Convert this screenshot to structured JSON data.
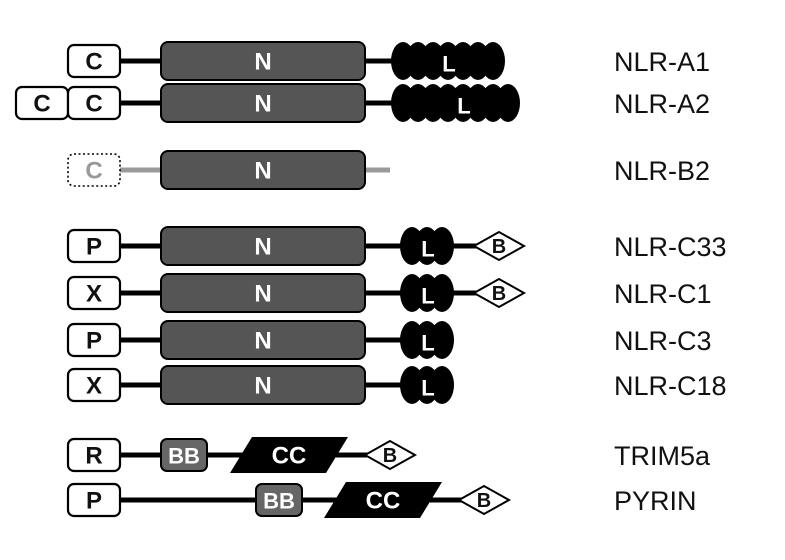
{
  "rows": [
    {
      "name": "NLR-A1",
      "left": [
        {
          "letter": "C",
          "style": "solid"
        }
      ],
      "n_label": "N",
      "lrr_label": "L",
      "lrr_count": 7,
      "b30_label": ""
    },
    {
      "name": "NLR-A2",
      "left": [
        {
          "letter": "C",
          "style": "solid"
        },
        {
          "letter": "C",
          "style": "solid"
        }
      ],
      "n_label": "N",
      "lrr_label": "L",
      "lrr_count": 8,
      "b30_label": ""
    },
    {
      "name": "NLR-B2",
      "left": [
        {
          "letter": "C",
          "style": "dotted"
        }
      ],
      "n_label": "N",
      "lrr_label": "",
      "lrr_count": 0,
      "b30_label": ""
    },
    {
      "name": "NLR-C33",
      "left": [
        {
          "letter": "P",
          "style": "solid"
        }
      ],
      "n_label": "N",
      "lrr_label": "L",
      "lrr_count": 3,
      "b30_label": "B"
    },
    {
      "name": "NLR-C1",
      "left": [
        {
          "letter": "X",
          "style": "solid"
        }
      ],
      "n_label": "N",
      "lrr_label": "L",
      "lrr_count": 3,
      "b30_label": "B"
    },
    {
      "name": "NLR-C3",
      "left": [
        {
          "letter": "P",
          "style": "solid"
        }
      ],
      "n_label": "N",
      "lrr_label": "L",
      "lrr_count": 3,
      "b30_label": ""
    },
    {
      "name": "NLR-C18",
      "left": [
        {
          "letter": "X",
          "style": "solid"
        }
      ],
      "n_label": "N",
      "lrr_label": "L",
      "lrr_count": 3,
      "b30_label": ""
    },
    {
      "name": "TRIM5a",
      "left": [
        {
          "letter": "R",
          "style": "solid"
        }
      ],
      "bbox_label": "BB",
      "cc_label": "CC",
      "b30_label": "B"
    },
    {
      "name": "PYRIN",
      "left": [
        {
          "letter": "P",
          "style": "solid"
        }
      ],
      "bbox_label": "BB",
      "cc_label": "CC",
      "b30_label": "B"
    }
  ],
  "colors": {
    "nacht": "#555555",
    "lrr": "#000000",
    "line": "#000000",
    "line_faded": "#999999",
    "faded_text": "#999999",
    "bbox": "#666666",
    "coiled_coil": "#000000"
  }
}
